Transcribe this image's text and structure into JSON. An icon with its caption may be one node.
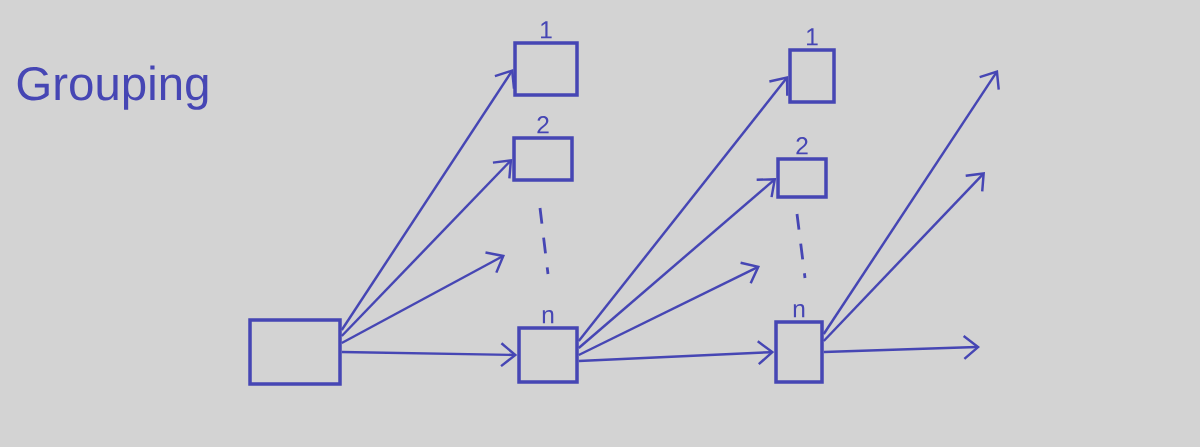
{
  "diagram": {
    "title": "Grouping",
    "nodes": [
      {
        "text": [],
        "shape": "box"
      },
      {
        "text": [
          "1"
        ]
      },
      {
        "text": [
          "2"
        ]
      },
      {
        "text": [
          "n"
        ]
      },
      {
        "text": [
          "1"
        ]
      },
      {
        "text": [
          "2"
        ]
      },
      {
        "text": [
          "n"
        ]
      }
    ],
    "edges": [
      {
        "from": 0,
        "to": 1,
        "arrow": "to"
      },
      {
        "from": 0,
        "to": 2,
        "arrow": "to"
      },
      {
        "from": 0,
        "to": null,
        "arrow": "to"
      },
      {
        "from": 0,
        "to": 3,
        "arrow": "to"
      },
      {
        "from": 3,
        "to": 4,
        "arrow": "to"
      },
      {
        "from": 3,
        "to": 5,
        "arrow": "to"
      },
      {
        "from": 3,
        "to": null,
        "arrow": "to"
      },
      {
        "from": 3,
        "to": 6,
        "arrow": "to"
      },
      {
        "from": 6,
        "to": null,
        "arrow": "to"
      },
      {
        "from": 6,
        "to": null,
        "arrow": "to"
      },
      {
        "from": 6,
        "to": null,
        "arrow": "to"
      }
    ]
  }
}
